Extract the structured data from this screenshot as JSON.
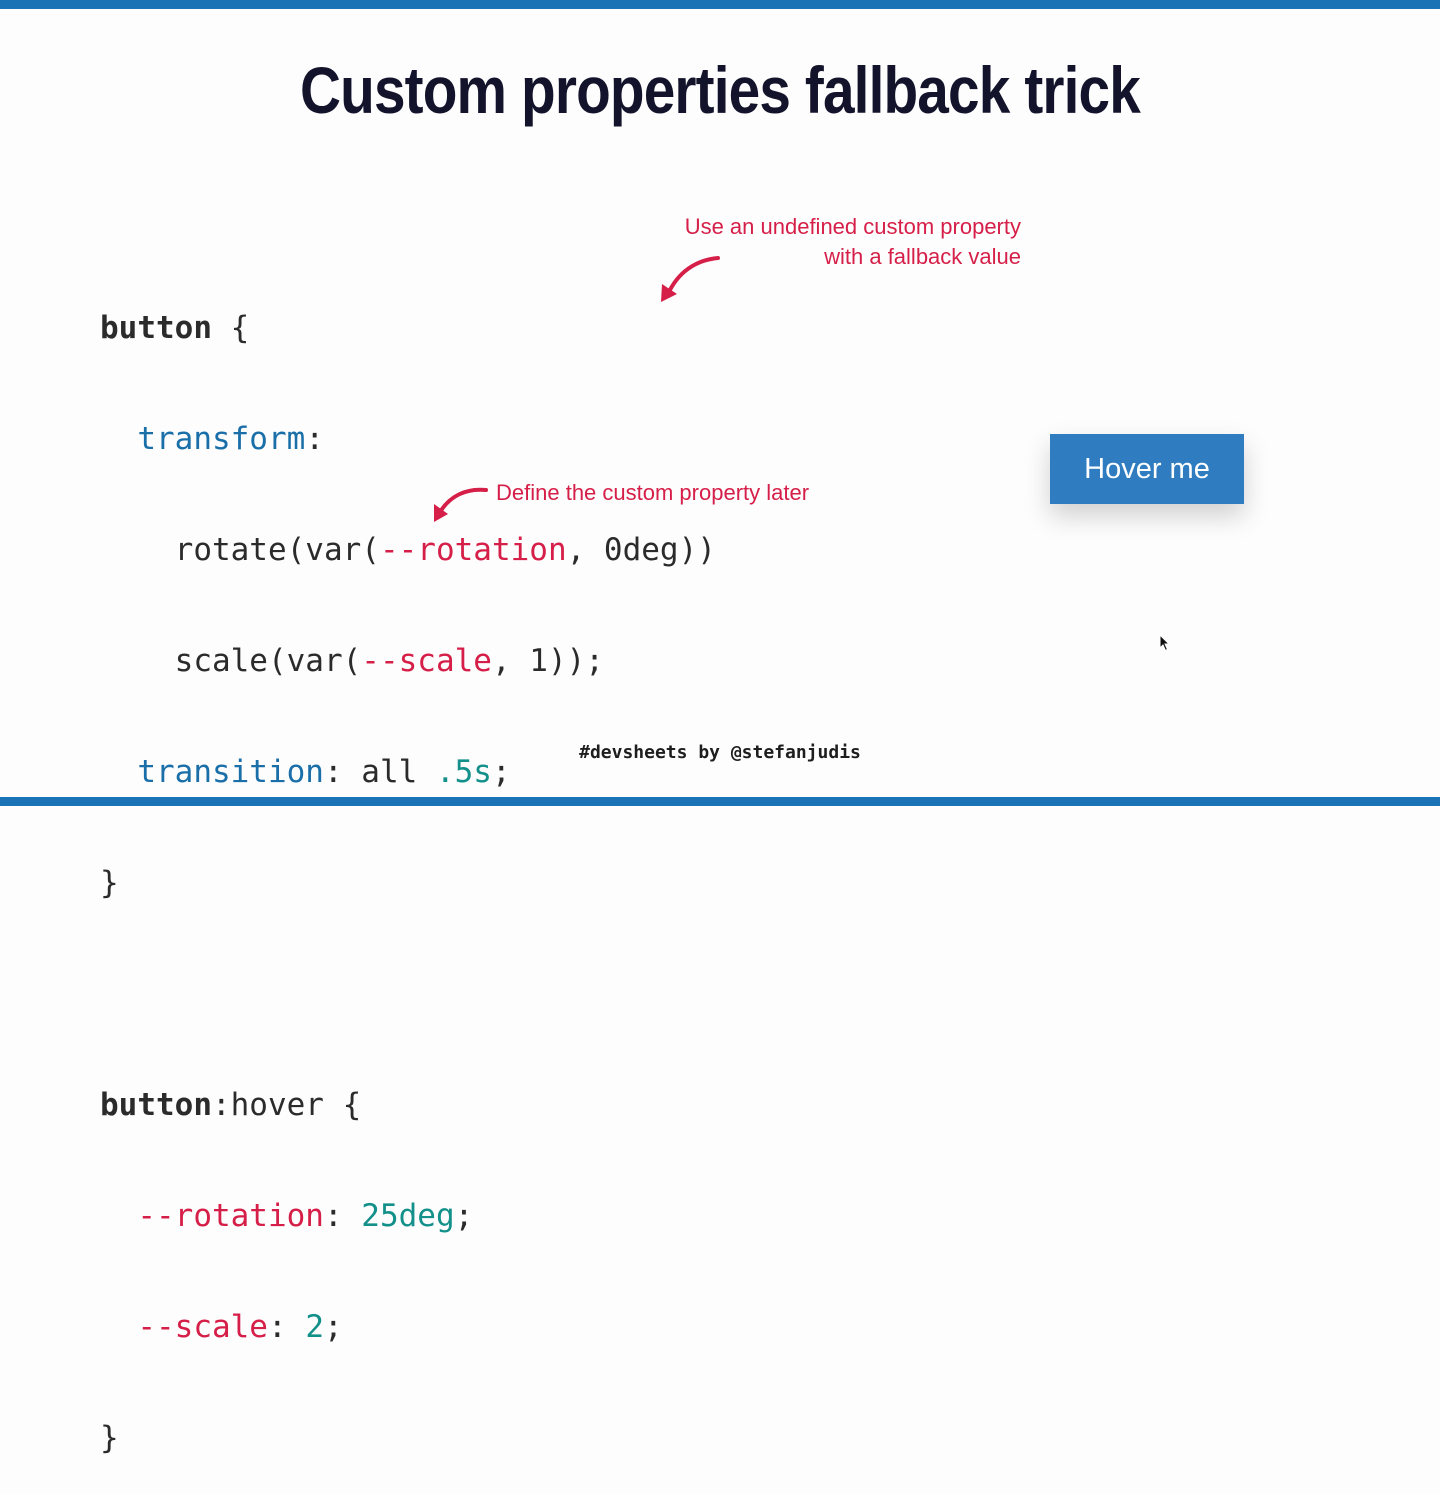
{
  "title": "Custom properties fallback trick",
  "code": {
    "l1_sel": "button",
    "l1_rest": " {",
    "l2_prop": "transform",
    "l2_rest": ":",
    "l3_a": "rotate(var(",
    "l3_var": "--rotation",
    "l3_b": ", 0deg))",
    "l4_a": "scale(var(",
    "l4_var": "--scale",
    "l4_b": ", 1));",
    "l5_prop": "transition",
    "l5_a": ": all ",
    "l5_num": ".5s",
    "l5_b": ";",
    "l6": "}",
    "l8_sel": "button",
    "l8_rest": ":hover {",
    "l9_var": "--rotation",
    "l9_a": ": ",
    "l9_num": "25deg",
    "l9_b": ";",
    "l10_var": "--scale",
    "l10_a": ": ",
    "l10_num": "2",
    "l10_b": ";",
    "l11": "}"
  },
  "annotations": {
    "note1_line1": "Use an undefined custom property",
    "note1_line2": "with a fallback value",
    "note2": "Define the custom property later"
  },
  "demo_button": {
    "label": "Hover me"
  },
  "footer": "#devsheets by @stefanjudis",
  "colors": {
    "accent_bar": "#1a73b5",
    "annotation": "#d61f48",
    "property": "#1b6fa8",
    "number": "#13908a",
    "button": "#2f7dc0"
  }
}
